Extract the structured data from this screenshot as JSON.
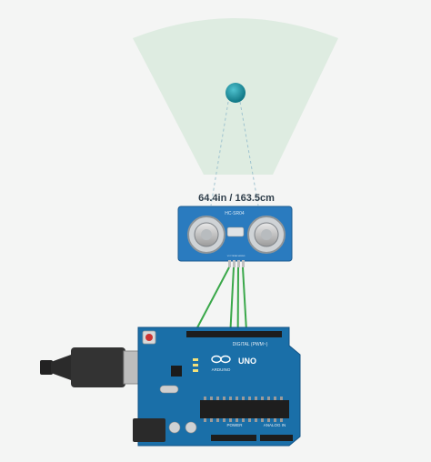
{
  "sensor": {
    "distance_readout": "64.4in / 163.5cm",
    "model_label": "HC-SR04",
    "pin_labels": [
      "VCC",
      "TRIG",
      "ECHO",
      "GND"
    ]
  },
  "arduino": {
    "brand_label": "ARDUINO",
    "model_label": "UNO",
    "digital_header_label": "DIGITAL (PWM~)",
    "power_header_label": "POWER",
    "analog_header_label": "ANALOG IN"
  },
  "colors": {
    "background": "#f4f5f4",
    "detection_cone": "#dcebdf",
    "target_object": "#1f8f9f",
    "board": "#1a6fa8",
    "sensor_board": "#2a7bbf",
    "wire": "#3aa84a"
  },
  "icons": {
    "board_logo": "infinity-logo-icon"
  }
}
